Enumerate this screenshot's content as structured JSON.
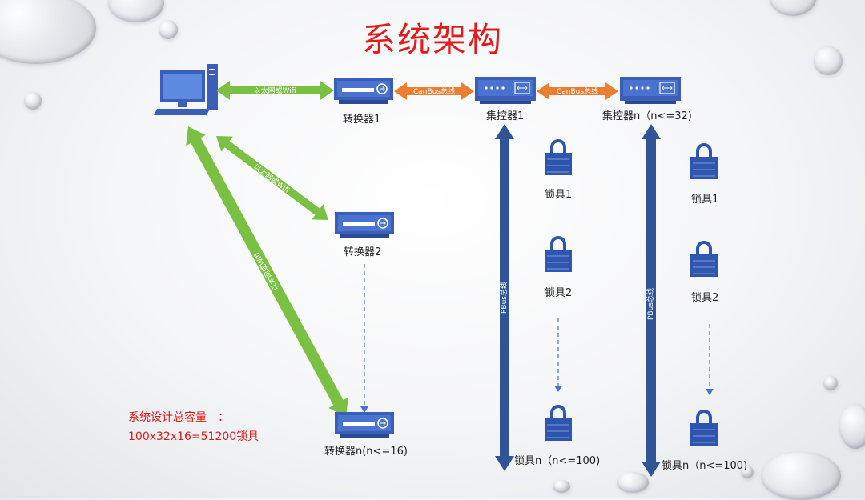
{
  "title": "系统架构",
  "links": {
    "ethernet_top": "以太网或Wifi",
    "ethernet_mid": "以太网或Wifi",
    "ethernet_low": "以太网或Wifi",
    "canbus_1": "CanBus总线",
    "canbus_2": "CanBus总线",
    "pbus_1": "PBus总线",
    "pbus_2": "PBus总线"
  },
  "nodes": {
    "converter_1": "转换器1",
    "converter_2": "转换器2",
    "converter_n": "转换器n(n<=16)",
    "hub_1": "集控器1",
    "hub_n": "集控器n（n<=32)",
    "lock_a1": "锁具1",
    "lock_a2": "锁具2",
    "lock_an": "锁具n（n<=100)",
    "lock_b1": "锁具1",
    "lock_b2": "锁具2",
    "lock_bn": "锁具n（n<=100)"
  },
  "capacity": {
    "label": "系统设计总容量　：",
    "formula": "100x32x16=51200锁具"
  },
  "colors": {
    "title": "#e21b1b",
    "ethernet_arrow": "#7ac143",
    "canbus_arrow": "#ed7d31",
    "pbus_arrow": "#2f5597",
    "device": "#3b5fb8",
    "lock": "#2e56b0"
  }
}
